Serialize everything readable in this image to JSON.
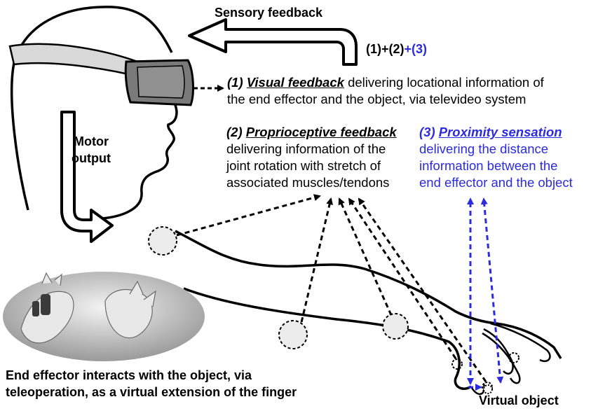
{
  "labels": {
    "sensory_feedback": "Sensory feedback",
    "combo_a": "(1)+(2)",
    "combo_b": "+(3)",
    "motor_line1": "Motor",
    "motor_line2": "output",
    "visual_num": "(1)",
    "visual_head": "Visual feedback",
    "visual_line1": " delivering locational information of",
    "visual_line2": "the end effector and the object, via televideo system",
    "proprio_num": "(2)",
    "proprio_head": "Proprioceptive feedback",
    "proprio_line1": "delivering information of the",
    "proprio_line2": "joint rotation with stretch of",
    "proprio_line3": "associated muscles/tendons",
    "prox_num": "(3)",
    "prox_head": "Proximity sensation",
    "prox_line1": "delivering the distance",
    "prox_line2": "information between the",
    "prox_line3": "end effector and the object",
    "end_line1": "End effector interacts with the object, via",
    "end_line2": "teleoperation, as a virtual extension of the finger",
    "virtual_object": "Virtual object"
  },
  "colors": {
    "proximity_blue": "#2b2be0",
    "headset": "#7a7a7a",
    "receptor_fill": "#ececec"
  }
}
